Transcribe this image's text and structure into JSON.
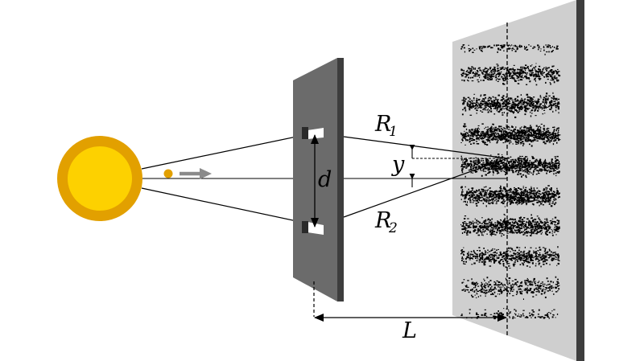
{
  "labels": {
    "slit_separation": "d",
    "path_upper": "R",
    "path_upper_sub": "1",
    "path_lower": "R",
    "path_lower_sub": "2",
    "fringe_offset": "y",
    "screen_distance": "L"
  },
  "colors": {
    "source_outer": "#e2a000",
    "source_inner": "#fdd100",
    "photon": "#e2a000",
    "arrow": "#8a8a8a",
    "barrier_face": "#6b6b6b",
    "barrier_edge": "#3d3d3d",
    "screen_face": "#cfcfcf",
    "screen_edge": "#3d3d3d",
    "fringe_dots": "#000000"
  },
  "icons": {
    "source": "sun-light-source-icon",
    "photon": "photon-dot-icon",
    "direction": "arrow-right-icon"
  }
}
